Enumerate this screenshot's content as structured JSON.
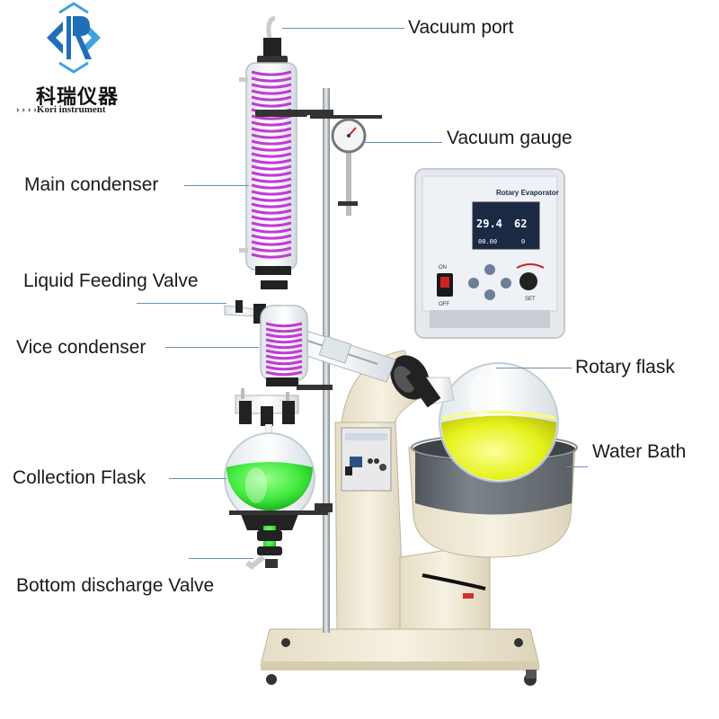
{
  "brand": {
    "cn_name": "科瑞仪器",
    "en_name": "› › › ›Kori instrument",
    "logo_colors": {
      "left": "#1e6fb8",
      "right": "#3fa3e0"
    }
  },
  "panel": {
    "title": "Rotary Evaporator",
    "display_temp": "29.4",
    "display_speed": "62",
    "display_left_small": "00.00",
    "display_right_small": "0",
    "on_label": "ON",
    "off_label": "OFF",
    "set_label": "SET"
  },
  "labels": {
    "vacuum_port": "Vacuum port",
    "vacuum_gauge": "Vacuum gauge",
    "main_condenser": "Main condenser",
    "liquid_feeding_valve": "Liquid Feeding Valve",
    "vice_condenser": "Vice condenser",
    "rotary_flask": "Rotary flask",
    "water_bath": "Water Bath",
    "collection_flask": "Collection Flask",
    "bottom_discharge_valve": "Bottom discharge Valve"
  },
  "colors": {
    "coil": "#c23ad6",
    "collection_liquid": "#3ee83a",
    "rotary_liquid": "#e6f21a",
    "bath": "#6d7379",
    "frame": "#efe8d2",
    "leader": "#6b8fb5"
  }
}
